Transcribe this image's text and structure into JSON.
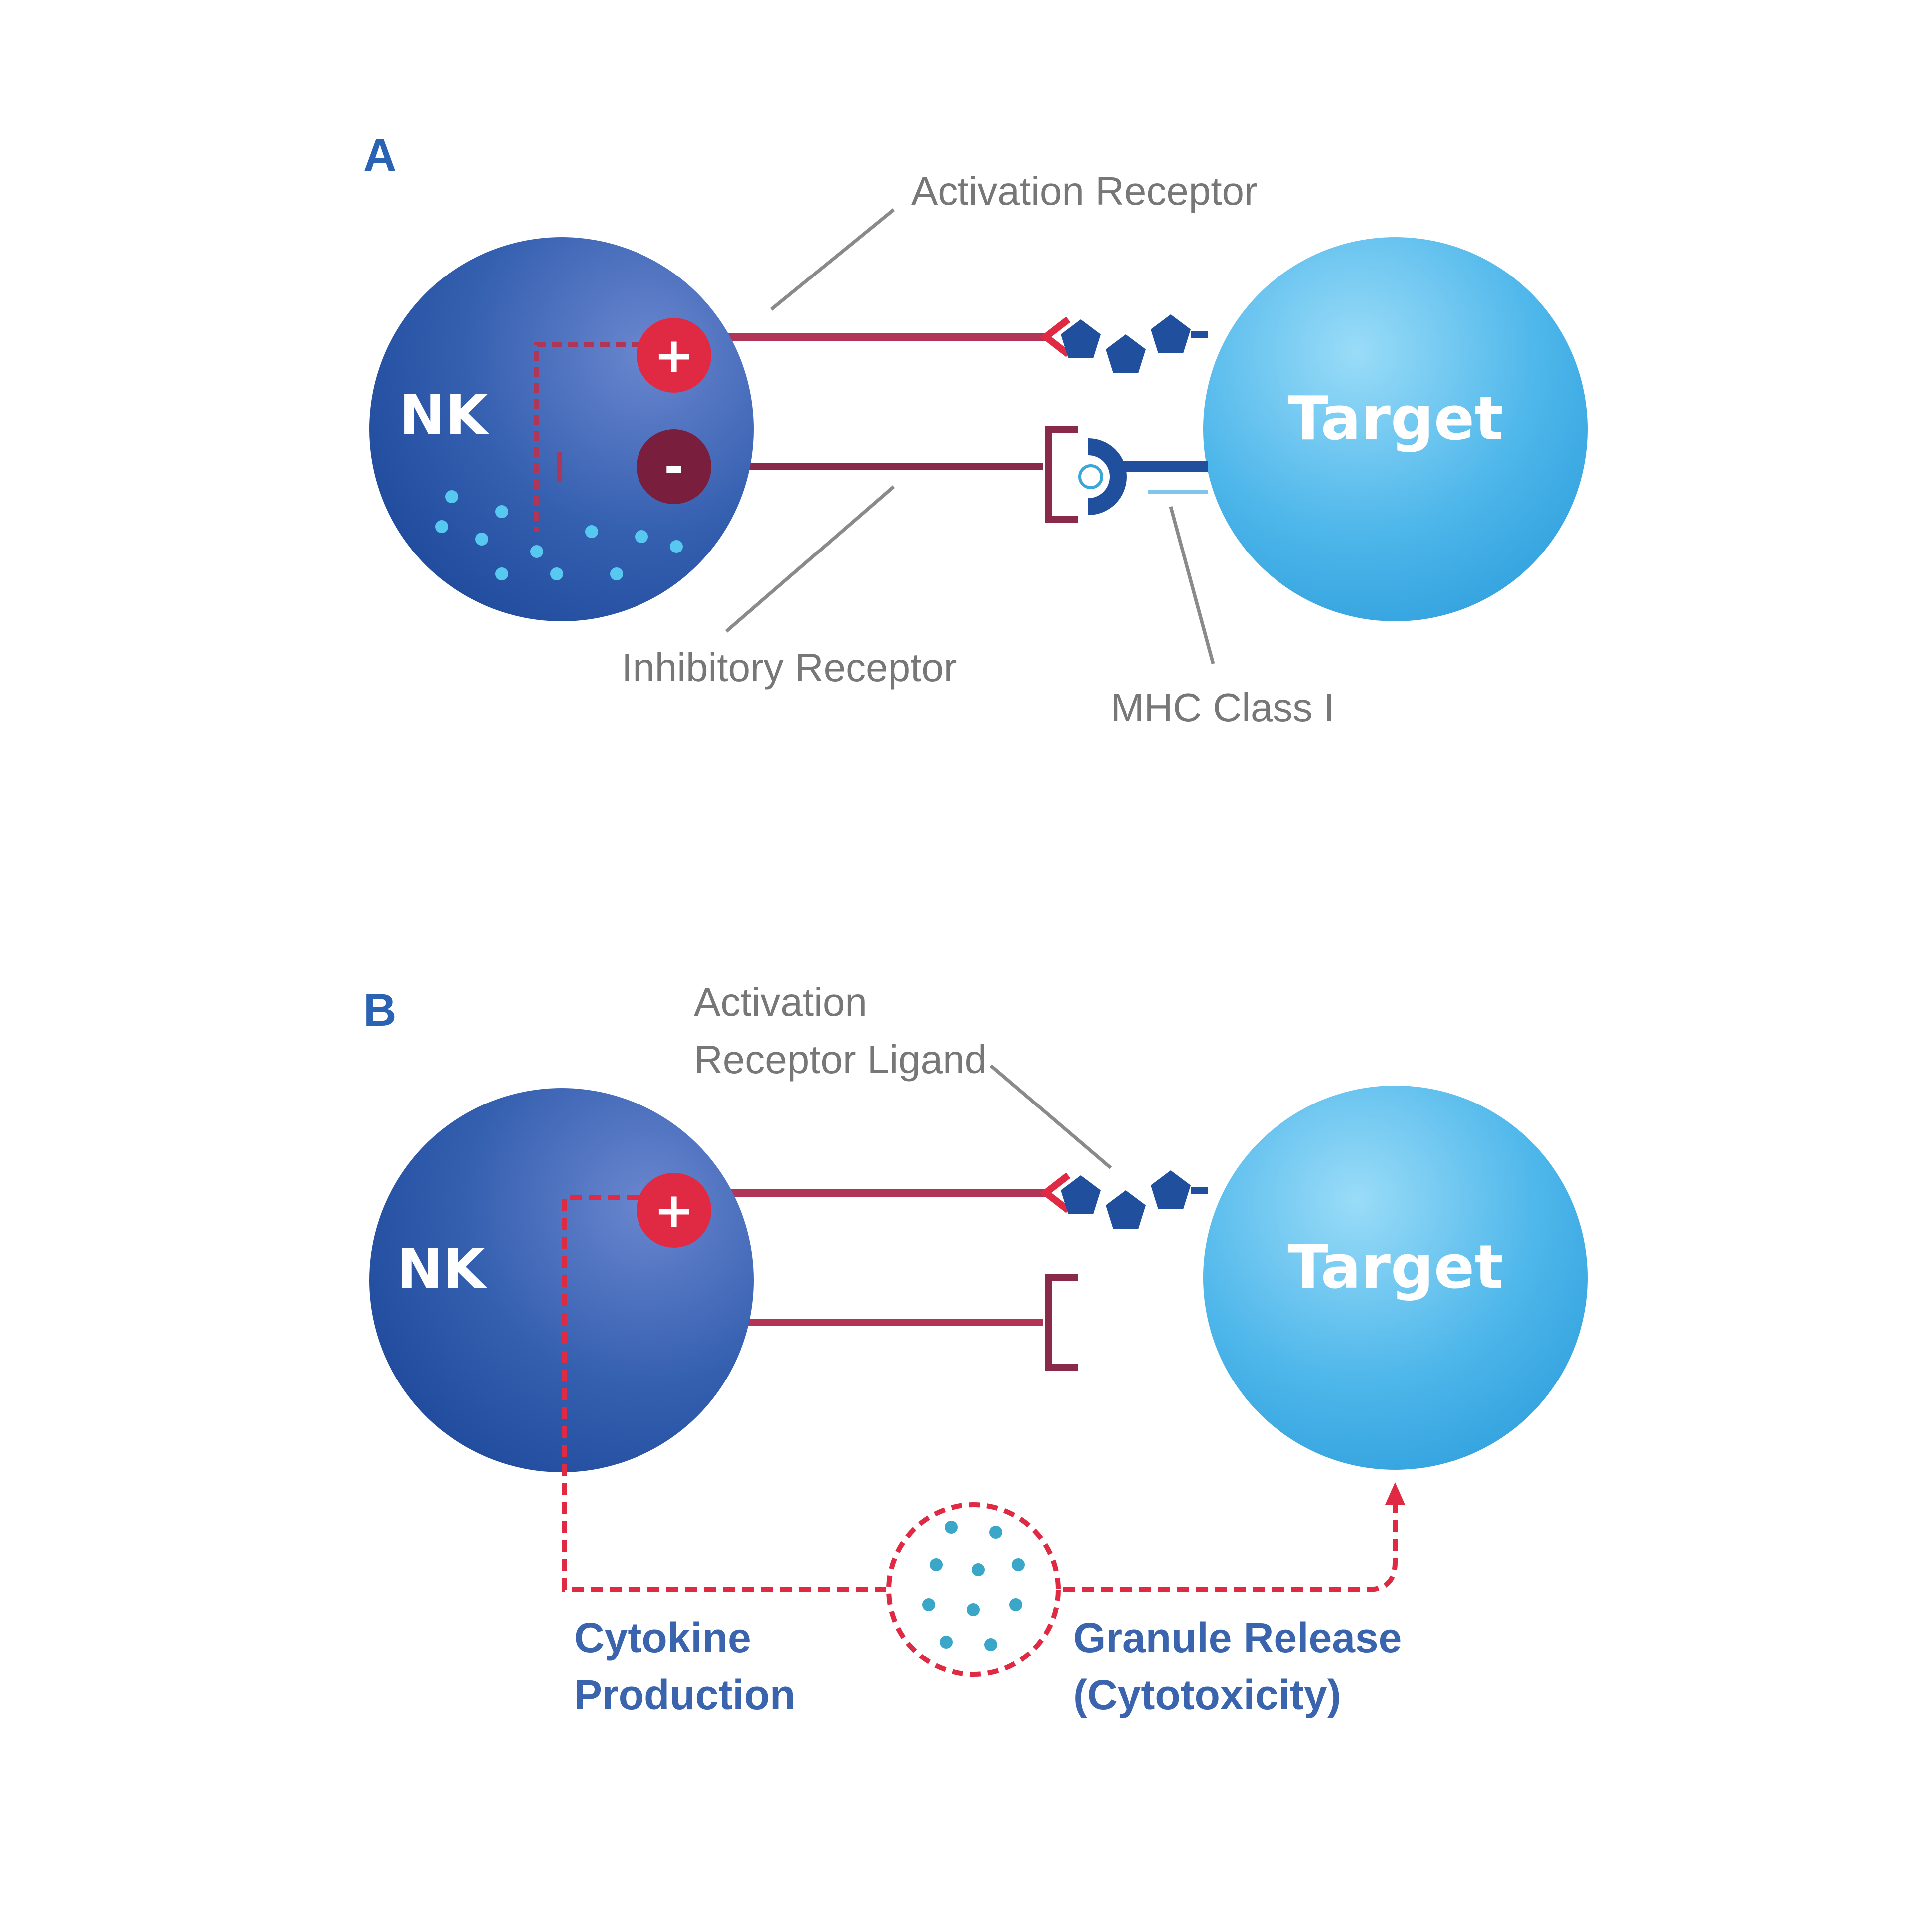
{
  "colors": {
    "nk_cell": "#2f5cad",
    "nk_cell_light": "#5b78c6",
    "target_cell": "#3eaee6",
    "target_cell_light": "#8fd6f5",
    "activation_signal": "#e02a44",
    "inhibitory_signal": "#7a1e3e",
    "connector_line": "#b03556",
    "ligand": "#1f4f9d",
    "granule": "#3aa7c9",
    "callout_text": "#777777",
    "panel_letter": "#2a63b4",
    "effect_text": "#3a64ad"
  },
  "panel_a": {
    "letter": "A",
    "nk_label": "NK",
    "target_label": "Target",
    "activation_sign": "+",
    "inhibitory_sign": "-",
    "activation_receptor_label": "Activation Receptor",
    "inhibitory_receptor_label": "Inhibitory Receptor",
    "mhc_label": "MHC Class I"
  },
  "panel_b": {
    "letter": "B",
    "nk_label": "NK",
    "target_label": "Target",
    "activation_sign": "+",
    "ligand_label_line1": "Activation",
    "ligand_label_line2": "Receptor Ligand",
    "cytokine_line1": "Cytokine",
    "cytokine_line2": "Production",
    "granule_line1": "Granule Release",
    "granule_line2": "(Cytotoxicity)"
  }
}
